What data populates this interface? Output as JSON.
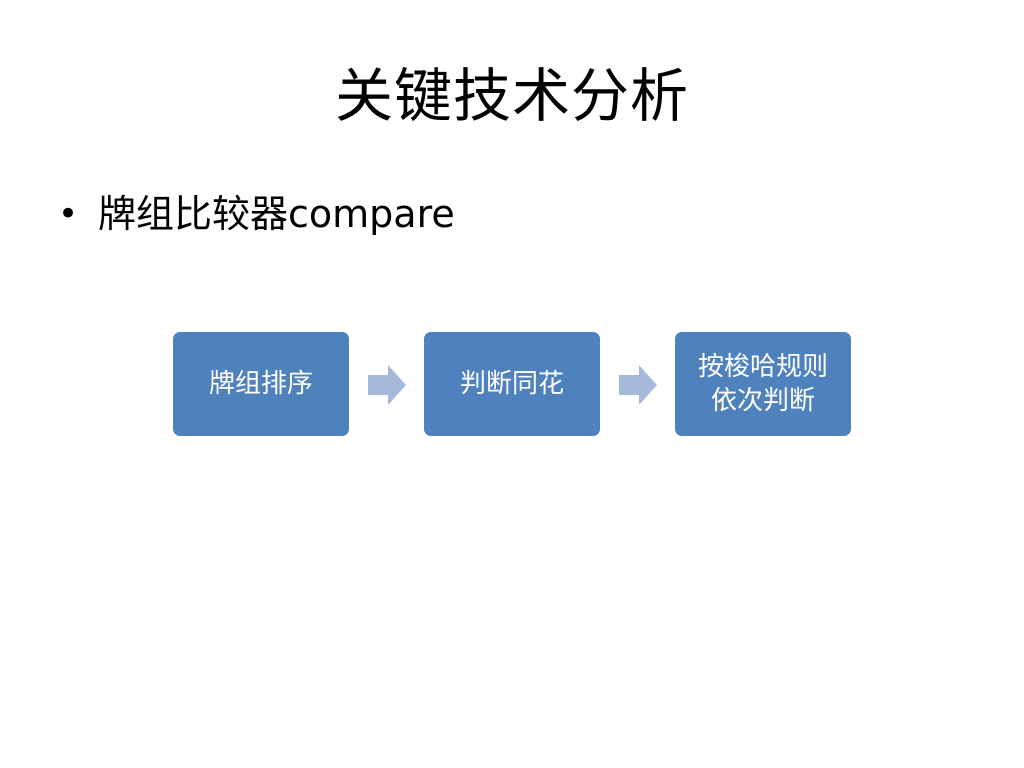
{
  "slide": {
    "title": "关键技术分析"
  },
  "bullet": {
    "symbol": "•",
    "text_cjk": "牌组比较器",
    "text_latin": "compare"
  },
  "flow": {
    "steps": [
      {
        "label": "牌组排序"
      },
      {
        "label": "判断同花"
      },
      {
        "label": "按梭哈规则\n依次判断"
      }
    ],
    "colors": {
      "box_fill": "#4f81bd",
      "box_text": "#ffffff",
      "arrow_fill": "#a7b9d9"
    },
    "arrow_icon": "right-arrow-icon"
  }
}
